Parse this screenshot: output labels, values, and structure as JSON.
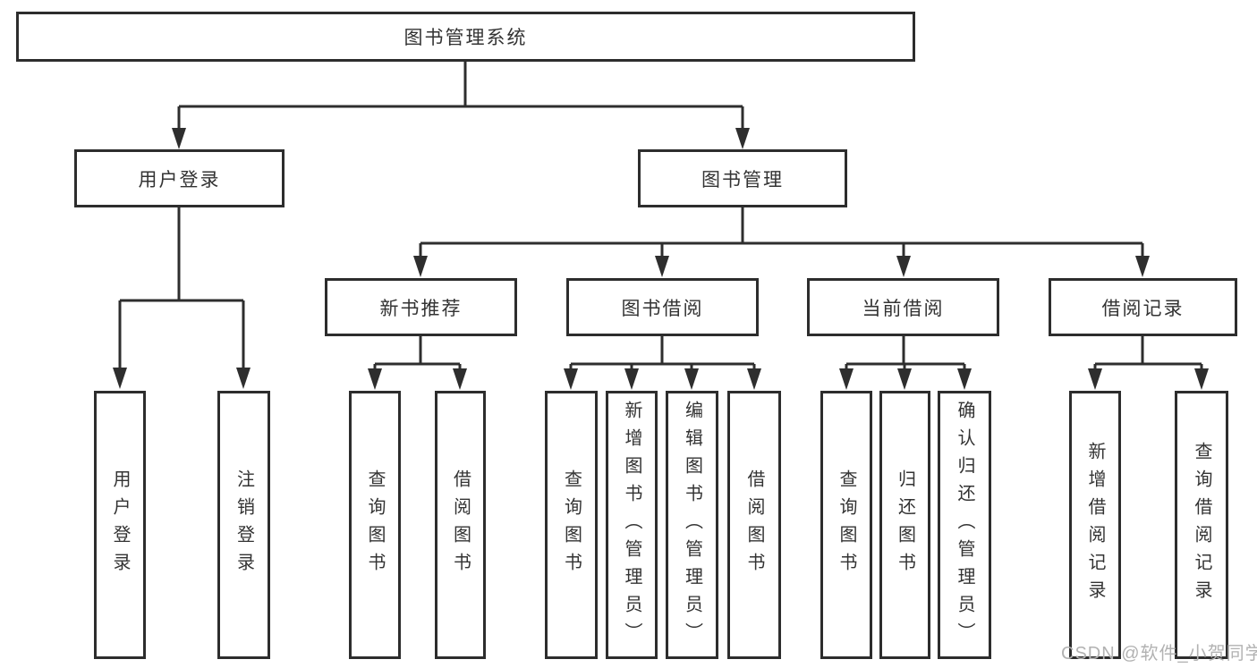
{
  "diagram": {
    "type": "hierarchy-tree",
    "colors": {
      "line": "#2e2e2e",
      "box_border": "#2d2d2d",
      "text": "#333333",
      "background": "#ffffff",
      "watermark": "#b2b2b2"
    }
  },
  "hierarchy": {
    "label": "图书管理系统",
    "children": [
      {
        "label": "用户登录",
        "children": [
          {
            "label": "用户登录"
          },
          {
            "label": "注销登录"
          }
        ]
      },
      {
        "label": "图书管理",
        "children": [
          {
            "label": "新书推荐",
            "children": [
              {
                "label": "查询图书"
              },
              {
                "label": "借阅图书"
              }
            ]
          },
          {
            "label": "图书借阅",
            "children": [
              {
                "label": "查询图书"
              },
              {
                "label": "新增图书（管理员）"
              },
              {
                "label": "编辑图书（管理员）"
              },
              {
                "label": "借阅图书"
              }
            ]
          },
          {
            "label": "当前借阅",
            "children": [
              {
                "label": "查询图书"
              },
              {
                "label": "归还图书"
              },
              {
                "label": "确认归还（管理员）"
              }
            ]
          },
          {
            "label": "借阅记录",
            "children": [
              {
                "label": "新增借阅记录"
              },
              {
                "label": "查询借阅记录"
              }
            ]
          }
        ]
      }
    ]
  },
  "watermark": {
    "text": "CSDN @软件_小贺同学"
  }
}
